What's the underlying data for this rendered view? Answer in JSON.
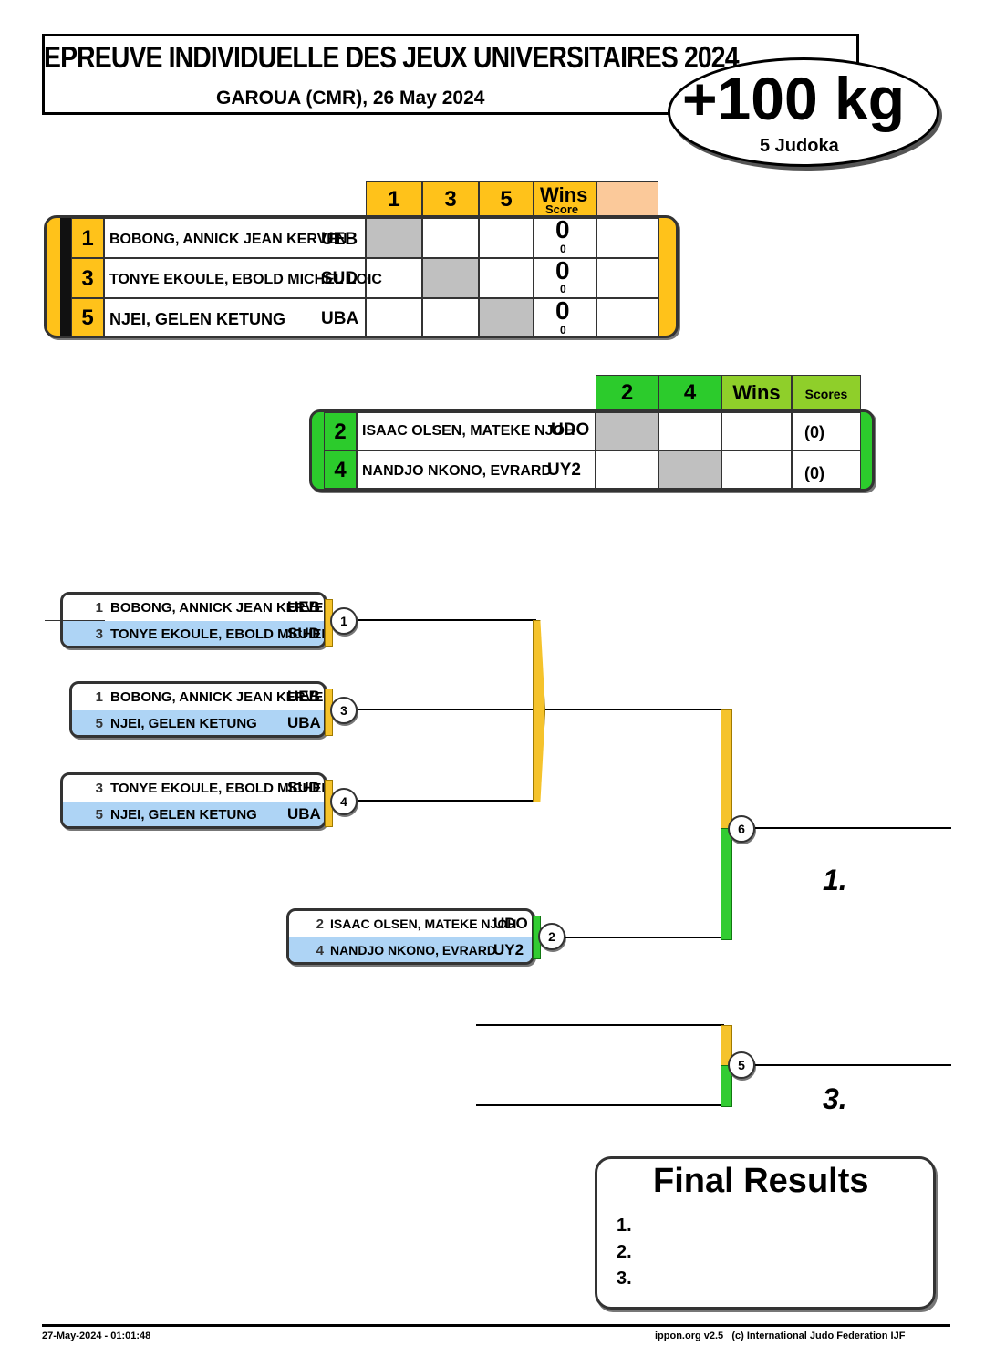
{
  "header": {
    "title": "EPREUVE INDIVIDUELLE DES JEUX UNIVERSITAIRES 2024",
    "subtitle": "GAROUA (CMR), 26 May 2024",
    "weight_class": "+100 kg",
    "judoka_count": "5 Judoka"
  },
  "pool_a": {
    "col_headers": [
      "1",
      "3",
      "5"
    ],
    "wins_label": "Wins",
    "score_label": "Score",
    "rows": [
      {
        "seed": "1",
        "name": "BOBONG, ANNICK JEAN KERVEN",
        "nation": "UEB",
        "wins": "0",
        "score": "0"
      },
      {
        "seed": "3",
        "name": "TONYE EKOULE, EBOLD MICHEL LOIC",
        "nation": "SUD",
        "wins": "0",
        "score": "0"
      },
      {
        "seed": "5",
        "name": "NJEI, GELEN KETUNG",
        "nation": "UBA",
        "wins": "0",
        "score": "0"
      }
    ]
  },
  "pool_b": {
    "col_headers": [
      "2",
      "4"
    ],
    "wins_label": "Wins",
    "scores_label": "Scores",
    "rows": [
      {
        "seed": "2",
        "name": "ISAAC OLSEN, MATEKE NJOH",
        "nation": "UDO",
        "scores": "(0)"
      },
      {
        "seed": "4",
        "name": "NANDJO NKONO, EVRARD",
        "nation": "UY2",
        "scores": "(0)"
      }
    ]
  },
  "bracket": {
    "matches": [
      {
        "id": "1",
        "top": {
          "seed": "1",
          "name": "BOBONG, ANNICK JEAN KERVEN",
          "nation": "UEB"
        },
        "bottom": {
          "seed": "3",
          "name": "TONYE EKOULE, EBOLD MICHEL LOIC",
          "nation": "SUD"
        }
      },
      {
        "id": "3",
        "top": {
          "seed": "1",
          "name": "BOBONG, ANNICK JEAN KERVEN",
          "nation": "UEB"
        },
        "bottom": {
          "seed": "5",
          "name": "NJEI, GELEN KETUNG",
          "nation": "UBA"
        }
      },
      {
        "id": "4",
        "top": {
          "seed": "3",
          "name": "TONYE EKOULE, EBOLD MICHEL LOIC",
          "nation": "SUD"
        },
        "bottom": {
          "seed": "5",
          "name": "NJEI, GELEN KETUNG",
          "nation": "UBA"
        }
      },
      {
        "id": "2",
        "top": {
          "seed": "2",
          "name": "ISAAC OLSEN, MATEKE NJOH",
          "nation": "UDO"
        },
        "bottom": {
          "seed": "4",
          "name": "NANDJO NKONO, EVRARD",
          "nation": "UY2"
        }
      }
    ],
    "final_match": "6",
    "bronze_match": "5",
    "first_place": "1.",
    "third_place": "3."
  },
  "final_results": {
    "title": "Final Results",
    "places": [
      "1.",
      "2.",
      "3."
    ]
  },
  "footer": {
    "timestamp": "27-May-2024 - 01:01:48",
    "credit": "ippon.org v2.5   (c) International Judo Federation IJF"
  }
}
